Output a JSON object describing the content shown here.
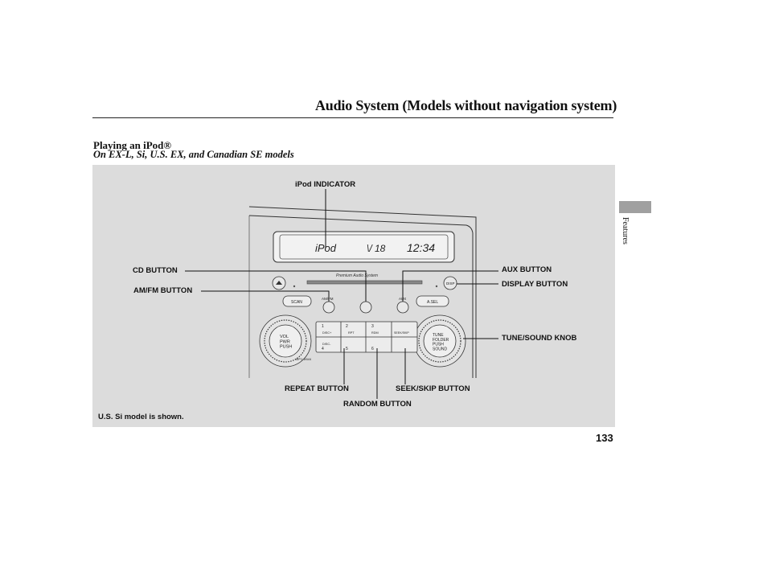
{
  "header": {
    "title": "Audio System (Models without navigation system)"
  },
  "section": {
    "heading": "Playing an iPod®",
    "subheading": "On EX-L, Si, U.S. EX, and Canadian SE models"
  },
  "side_tab": {
    "label": "Features"
  },
  "figure": {
    "display": {
      "mode": "iPod",
      "track": "\\/ 18",
      "clock": "12:34"
    },
    "brand_text": "Premium Audio System",
    "buttons": {
      "scan": "SCAN",
      "asel": "A.SEL",
      "amfm": "AM/FM",
      "aux": "AUX",
      "disp": "DISP",
      "vol": "VOL\nPWR\nPUSH",
      "tune": "TUNE\nFOLDER\nPUSH\nSOUND",
      "preset1": "1",
      "preset2": "2",
      "preset3": "3",
      "preset4": "4",
      "preset5": "5",
      "preset6": "6",
      "rpt": "RPT",
      "rdm": "RDM",
      "seek": "SEEK/SKIP",
      "disc_up": "DISC+",
      "disc_down": "DISC-",
      "mp3": "MP3 WMA"
    },
    "callouts": {
      "ipod_indicator": "iPod INDICATOR",
      "cd_button": "CD BUTTON",
      "amfm_button": "AM/FM BUTTON",
      "aux_button": "AUX BUTTON",
      "display_button": "DISPLAY BUTTON",
      "tune_sound_knob": "TUNE/SOUND KNOB",
      "repeat_button": "REPEAT BUTTON",
      "seek_skip_button": "SEEK/SKIP BUTTON",
      "random_button": "RANDOM BUTTON"
    },
    "caption": "U.S. Si model is shown."
  },
  "footer": {
    "page_number": "133"
  }
}
